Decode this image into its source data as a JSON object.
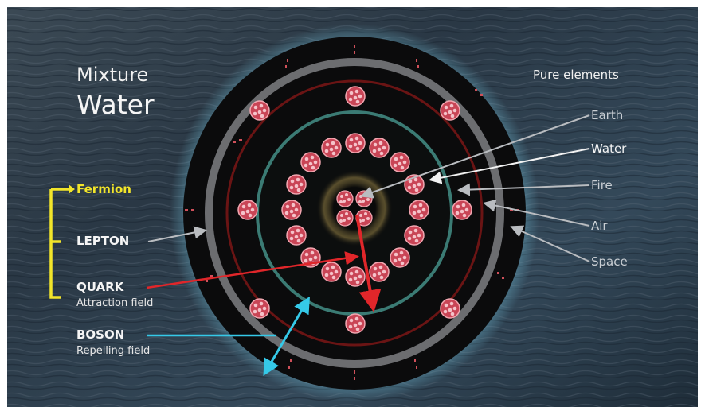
{
  "title": {
    "line1": "Mixture",
    "line2": "Water"
  },
  "pure_elements": {
    "heading": "Pure elements",
    "items": [
      "Earth",
      "Water",
      "Fire",
      "Air",
      "Space"
    ]
  },
  "particles": {
    "fermion": "Fermion",
    "lepton": "LEPTON",
    "quark": "QUARK",
    "quark_sub": "Attraction field",
    "boson": "BOSON",
    "boson_sub": "Repelling field"
  },
  "colors": {
    "fermion_bracket": "#f2e52a",
    "quark_arrow": "#e0262a",
    "boson_arrow": "#35c9e8",
    "pointer_gray": "#b9bcc0",
    "particle": "#d64b5c",
    "water_bg": "#2e3d4a"
  }
}
